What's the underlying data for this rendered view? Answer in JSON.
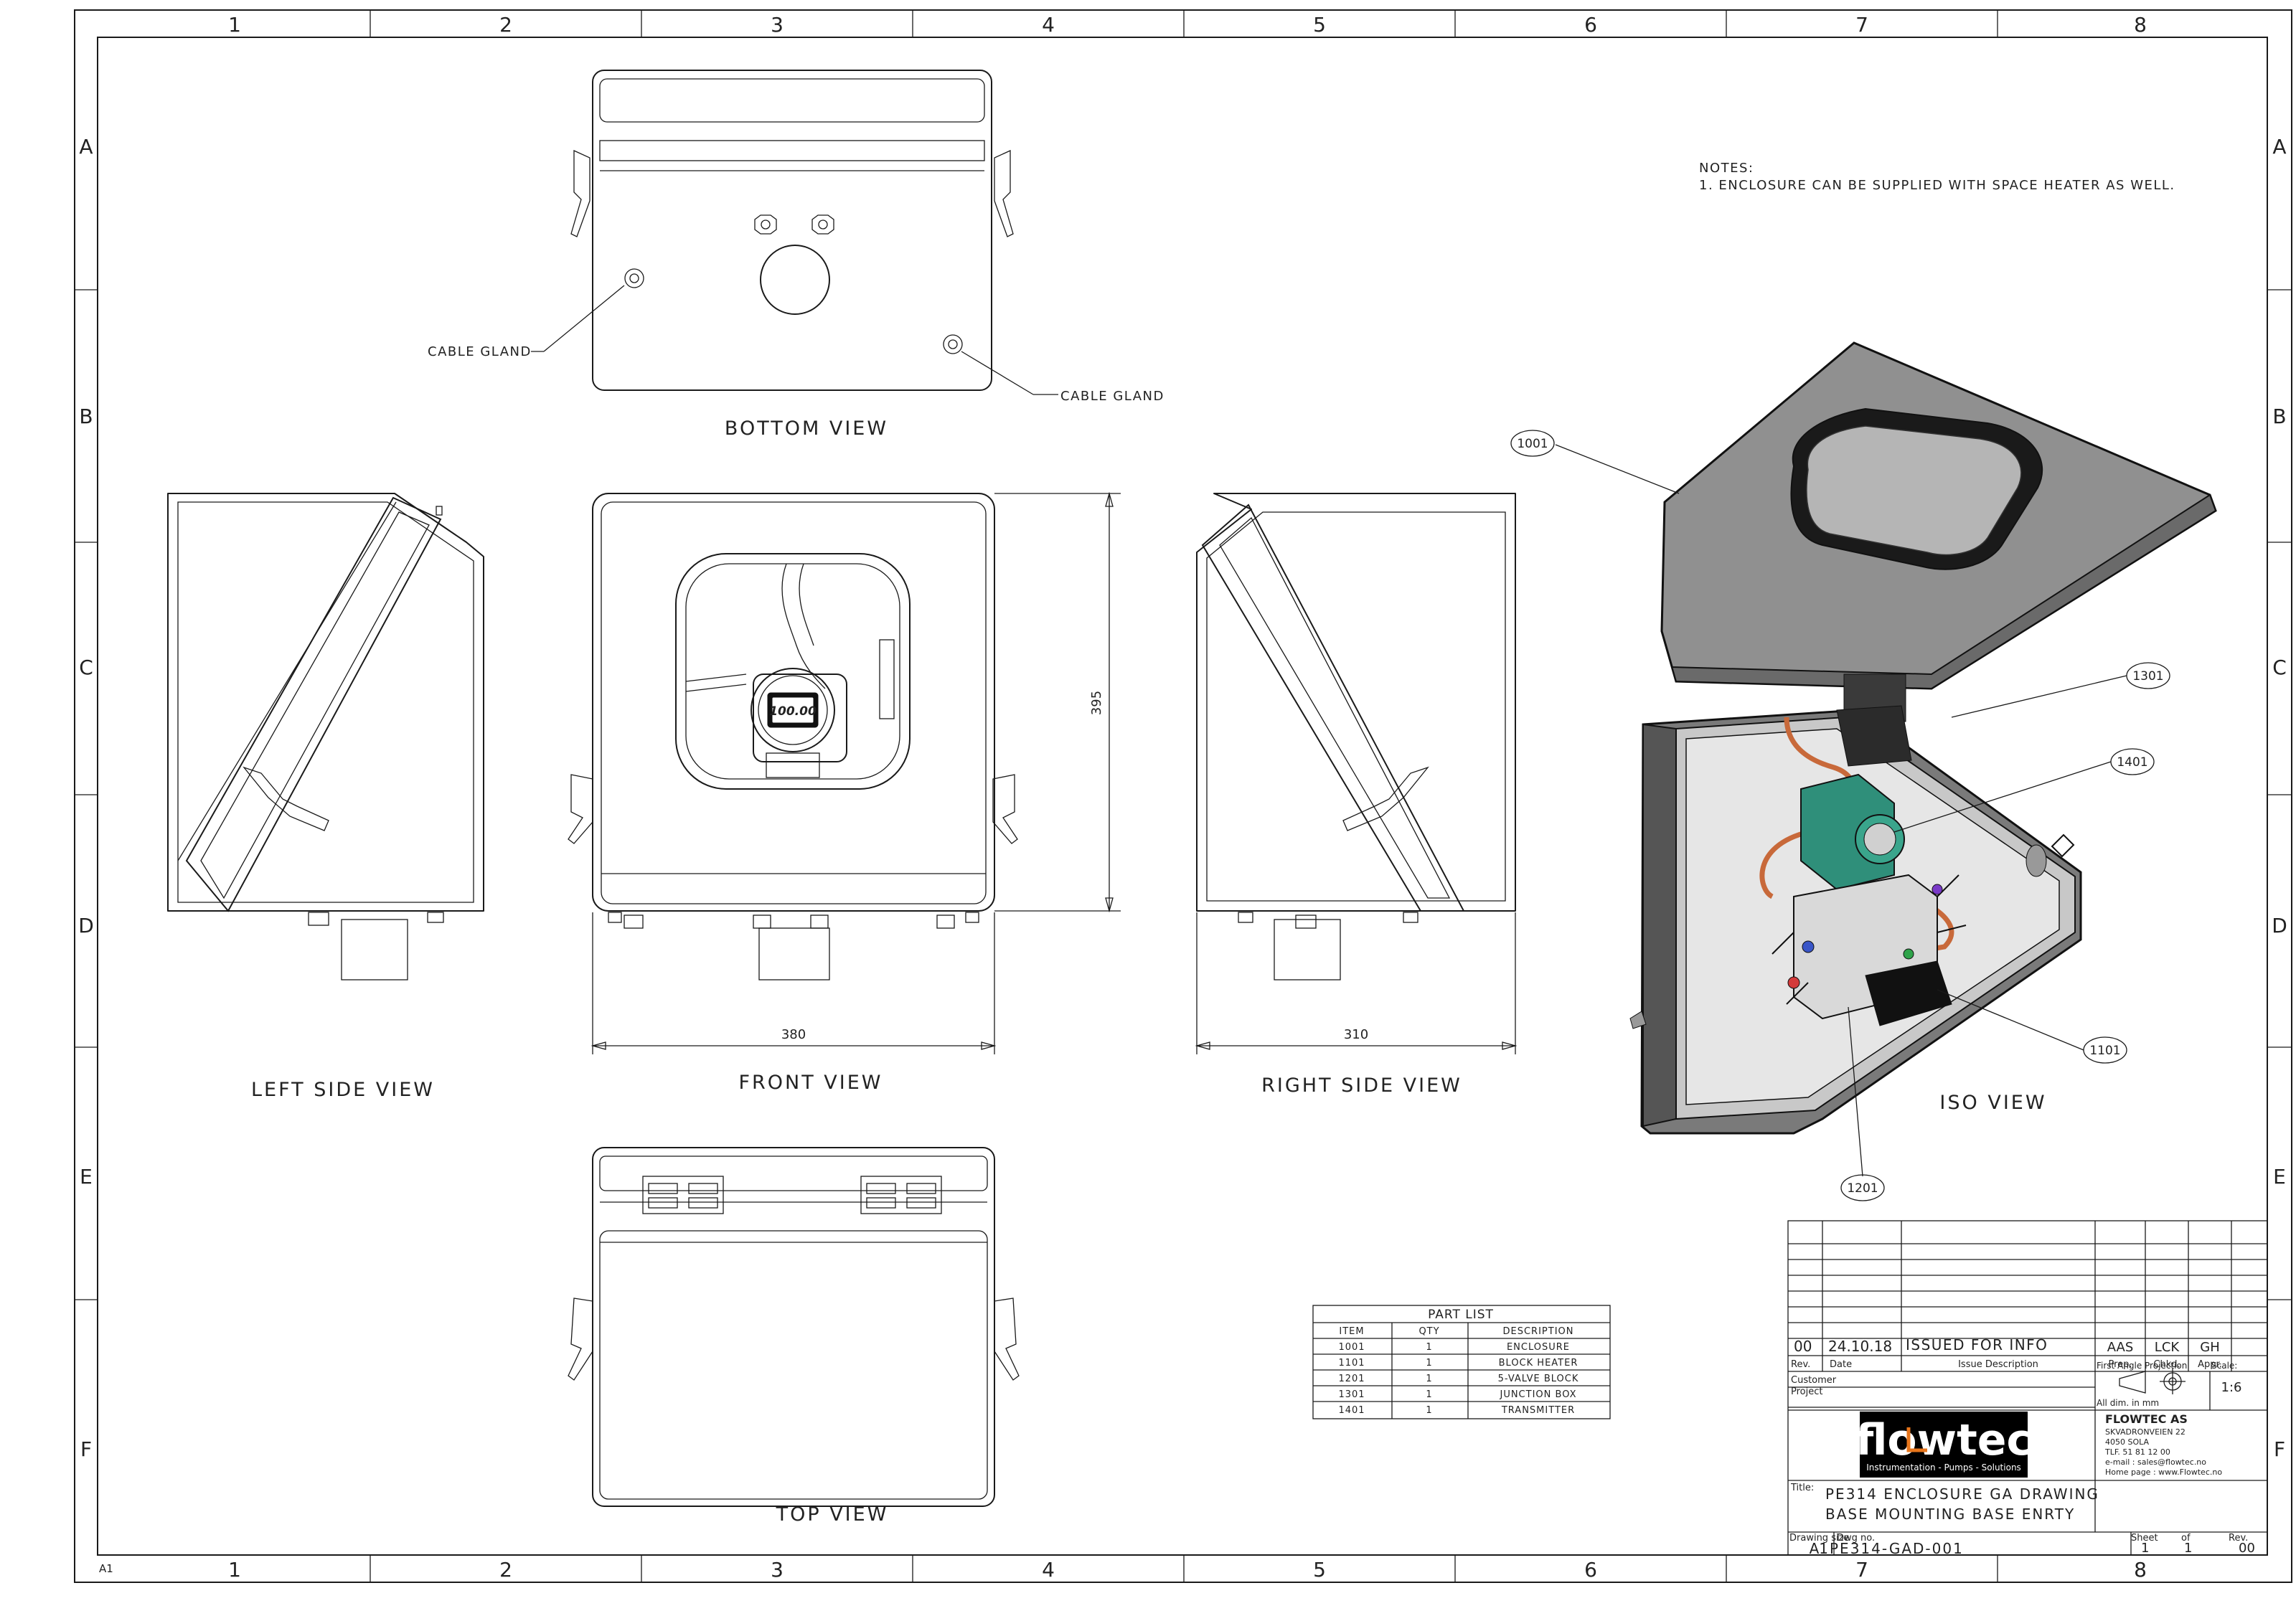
{
  "sheet": {
    "columns": [
      "1",
      "2",
      "3",
      "4",
      "5",
      "6",
      "7",
      "8"
    ],
    "rows": [
      "A",
      "B",
      "C",
      "D",
      "E",
      "F"
    ],
    "size_mark": "A1"
  },
  "notes": {
    "heading": "NOTES:",
    "items": [
      "1. ENCLOSURE CAN BE SUPPLIED WITH SPACE HEATER AS WELL."
    ]
  },
  "views": {
    "bottom": "BOTTOM VIEW",
    "left": "LEFT SIDE VIEW",
    "front": "FRONT VIEW",
    "right": "RIGHT SIDE VIEW",
    "top": "TOP VIEW",
    "iso": "ISO VIEW"
  },
  "callouts": {
    "cable_gland_left": "CABLE GLAND",
    "cable_gland_right": "CABLE GLAND"
  },
  "display_value": "100.00",
  "dimensions": {
    "height": "395",
    "front_width": "380",
    "side_depth": "310"
  },
  "balloons": [
    "1001",
    "1301",
    "1401",
    "1101",
    "1201"
  ],
  "part_list": {
    "title": "PART LIST",
    "headers": [
      "ITEM",
      "QTY",
      "DESCRIPTION"
    ],
    "rows": [
      [
        "1001",
        "1",
        "ENCLOSURE"
      ],
      [
        "1101",
        "1",
        "BLOCK HEATER"
      ],
      [
        "1201",
        "1",
        "5-VALVE BLOCK"
      ],
      [
        "1301",
        "1",
        "JUNCTION BOX"
      ],
      [
        "1401",
        "1",
        "TRANSMITTER"
      ]
    ]
  },
  "title_block": {
    "revision_row": {
      "rev": "00",
      "date": "24.10.18",
      "description": "ISSUED FOR INFO",
      "prep": "AAS",
      "chkd": "LCK",
      "appr": "GH"
    },
    "headers": {
      "rev": "Rev.",
      "date": "Date",
      "issue": "Issue Description",
      "prep": "Prep.",
      "chkd": "Chkd.",
      "appr": "Appr."
    },
    "customer_label": "Customer",
    "project_label": "Project",
    "projection_label": "First Angle Projection",
    "dims_label": "All dim. in mm",
    "scale_label": "Scale:",
    "scale_value": "1:6",
    "company": {
      "name": "FLOWTEC AS",
      "address1": "SKVADRONVEIEN 22",
      "address2": "4050 SOLA",
      "phone": "TLF. 51 81 12 00",
      "email": "e-mail : sales@flowtec.no",
      "home": "Home page : www.Flowtec.no"
    },
    "logo": {
      "word": "flowtec",
      "tagline": "Instrumentation - Pumps - Solutions",
      "accent": "#e8751a",
      "background": "#000000"
    },
    "title_label": "Title:",
    "title_line1": "PE314 ENCLOSURE GA DRAWING",
    "title_line2": "BASE MOUNTING BASE ENRTY",
    "drawing_size_label": "Drawing size",
    "drawing_size": "A1",
    "dwg_no_label": "Dwg no.",
    "dwg_no": "PE314-GAD-001",
    "sheet_label": "Sheet",
    "of_label": "of",
    "rev_label": "Rev.",
    "sheet": "1",
    "of": "1",
    "rev": "00"
  },
  "colors": {
    "enclosure_grey": "#8d8d8d",
    "transmitter_green": "#2f8f7a",
    "tubing_copper": "#c8693a"
  }
}
